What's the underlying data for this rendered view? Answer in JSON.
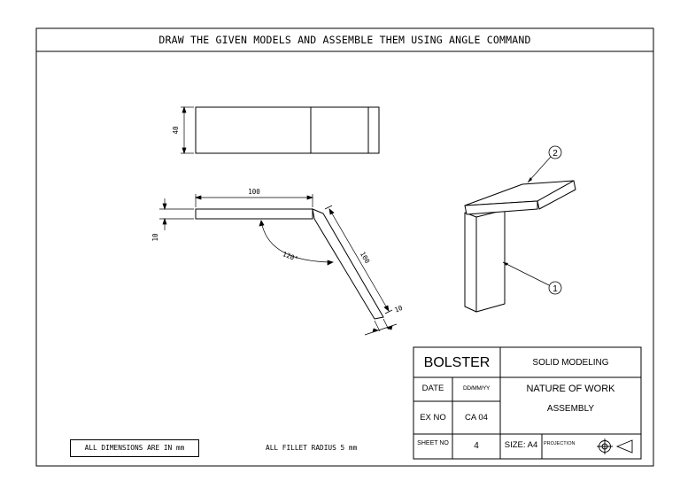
{
  "header": {
    "instruction": "DRAW THE GIVEN MODELS AND ASSEMBLE THEM USING ANGLE COMMAND"
  },
  "notes": {
    "dimensions_note": "ALL DIMENSIONS ARE IN mm",
    "fillet_note": "ALL FILLET RADIUS 5 mm"
  },
  "drawing": {
    "dim_height": "40",
    "dim_length_top": "100",
    "dim_thickness": "10",
    "dim_angle": "120°",
    "dim_length_arm": "100",
    "dim_thickness_arm": "10",
    "balloon_1": "1",
    "balloon_2": "2"
  },
  "title_block": {
    "part_name": "BOLSTER",
    "category": "SOLID MODELING",
    "date_label": "DATE",
    "date_value": "DD/MM/YY",
    "nature_label": "NATURE OF WORK",
    "nature_value": "ASSEMBLY",
    "ex_label": "EX NO",
    "ex_value": "CA 04",
    "sheet_label": "SHEET NO",
    "sheet_value": "4",
    "size_label": "SIZE: A4",
    "projection_label": "PROJECTION"
  }
}
